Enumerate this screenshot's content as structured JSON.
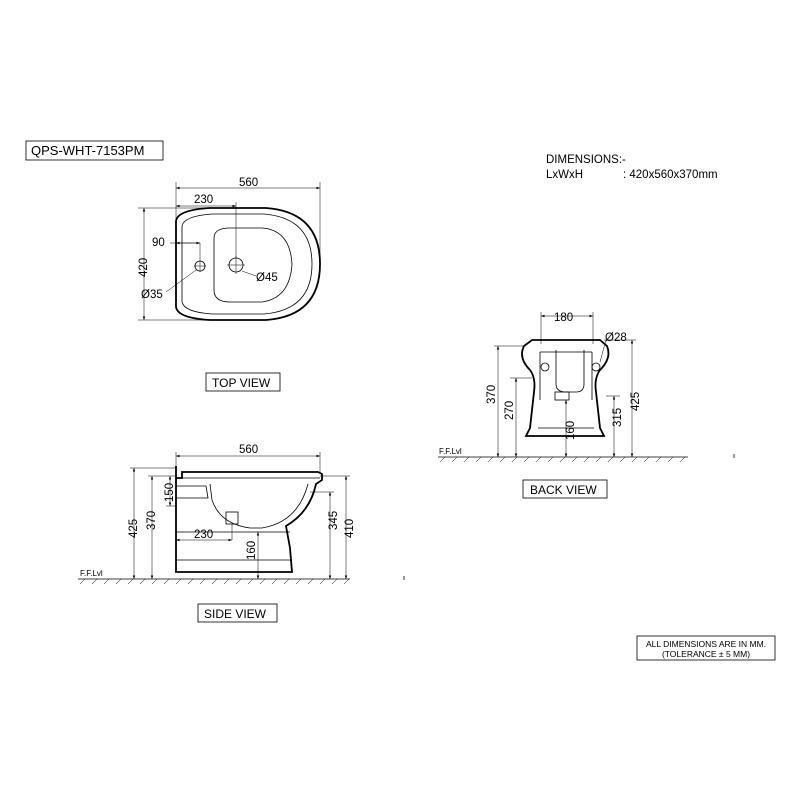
{
  "model_code": "QPS-WHT-7153PM",
  "dimensions_block": {
    "heading": "DIMENSIONS:-",
    "label": "LxWxH",
    "value": ": 420x560x370mm"
  },
  "top_view": {
    "title": "TOP VIEW",
    "dims": {
      "length": "560",
      "inset": "230",
      "side": "90",
      "width": "420",
      "hole_small": "Ø35",
      "hole_large": "Ø45"
    }
  },
  "back_view": {
    "title": "BACK VIEW",
    "dims": {
      "top": "180",
      "hole": "Ø28",
      "height_370": "370",
      "height_270": "270",
      "pedestal": "160",
      "height_315": "315",
      "height_425": "425"
    },
    "floor_label": "F.F.Lvl"
  },
  "side_view": {
    "title": "SIDE VIEW",
    "dims": {
      "length": "560",
      "outlet": "230",
      "depth": "150",
      "height_370": "370",
      "height_425": "425",
      "pedestal": "160",
      "height_345": "345",
      "height_410": "410"
    },
    "floor_label": "F.F.Lvl"
  },
  "notes": {
    "line1": "ALL DIMENSIONS ARE IN MM.",
    "line2": "(TOLERANCE ± 5 MM)"
  }
}
